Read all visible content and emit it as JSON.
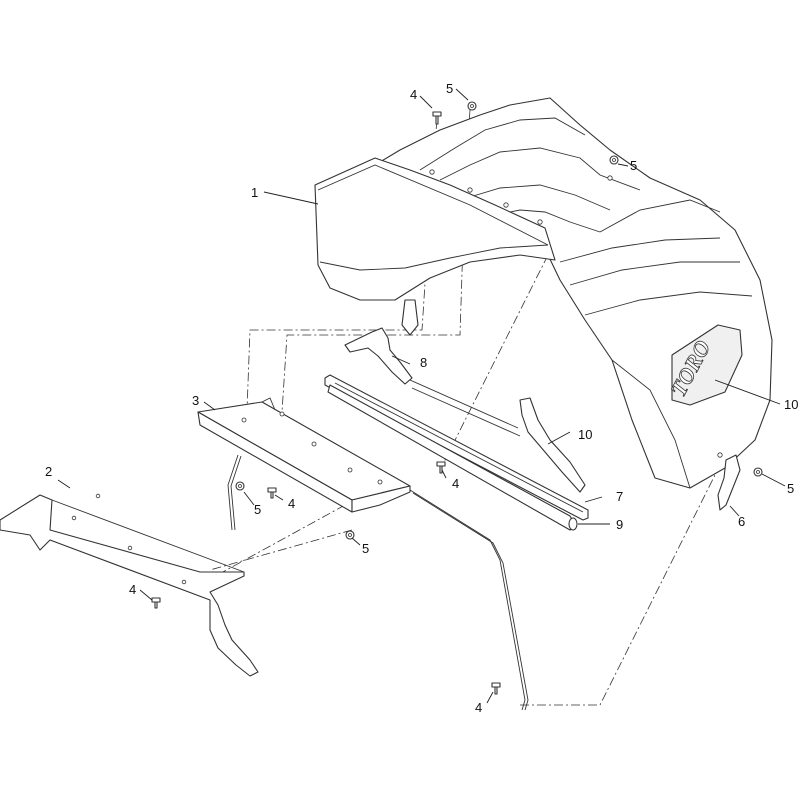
{
  "brand_text": "TORO",
  "callouts": {
    "c1": "1",
    "c2": "2",
    "c3": "3",
    "c4_top": "4",
    "c4_mid": "4",
    "c4_center": "4",
    "c4_left": "4",
    "c4_bottom": "4",
    "c5_top": "5",
    "c5_right_top": "5",
    "c5_left": "5",
    "c5_bracket": "5",
    "c5_right": "5",
    "c6": "6",
    "c7": "7",
    "c8": "8",
    "c9": "9",
    "c10_right": "10",
    "c10_mid": "10"
  }
}
